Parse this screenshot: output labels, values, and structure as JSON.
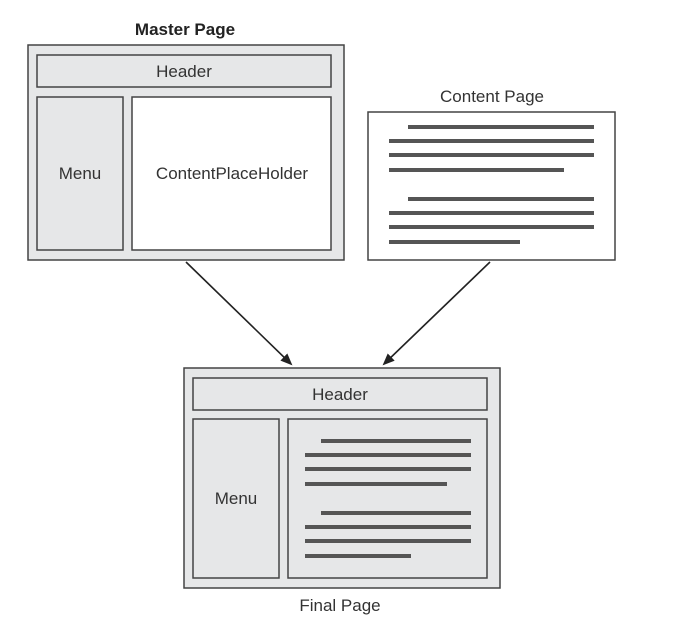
{
  "master_page": {
    "title": "Master Page",
    "header_label": "Header",
    "menu_label": "Menu",
    "placeholder_label": "ContentPlaceHolder"
  },
  "content_page": {
    "title": "Content Page"
  },
  "final_page": {
    "title": "Final Page",
    "header_label": "Header",
    "menu_label": "Menu"
  },
  "colors": {
    "panel_fill": "#e6e7e8",
    "white_fill": "#ffffff",
    "border": "#444444",
    "text_line": "#555555",
    "arrow": "#222222"
  }
}
